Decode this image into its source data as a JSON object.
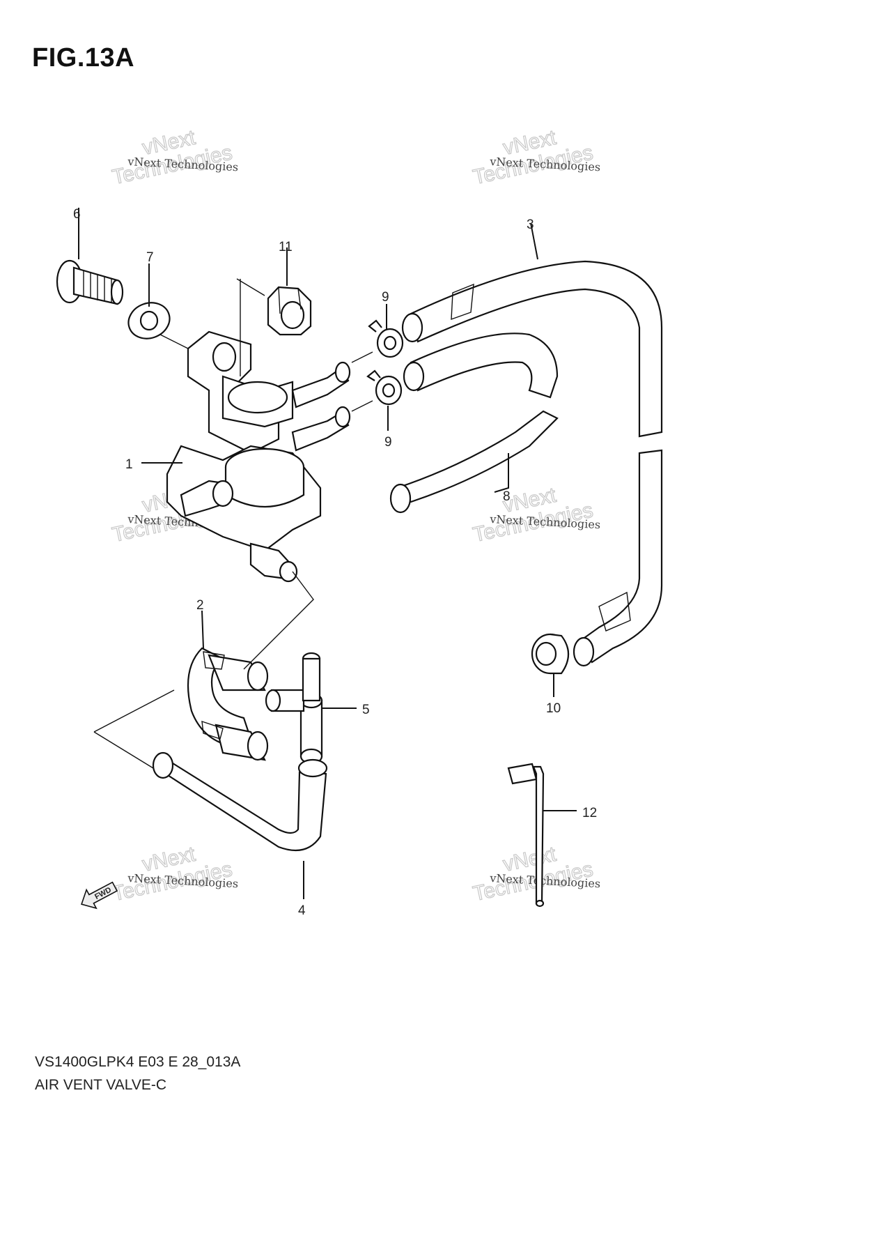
{
  "figure": {
    "title": "FIG.13A",
    "model_code": "VS1400GLPK4 E03 E 28_013A",
    "name": "AIR VENT VALVE-C"
  },
  "callouts": [
    "1",
    "2",
    "3",
    "4",
    "5",
    "6",
    "7",
    "8",
    "9",
    "9",
    "10",
    "11",
    "12"
  ],
  "watermark": {
    "line1": "vNext Technologies",
    "line2": "vNext",
    "line3": "Technologies"
  },
  "fwd_label": "FWD"
}
